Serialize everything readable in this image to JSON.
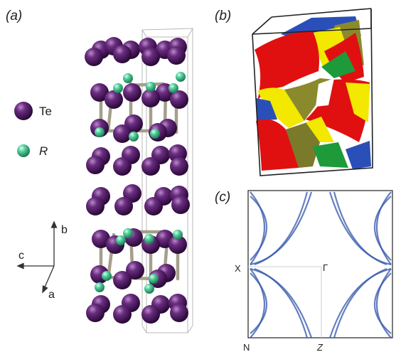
{
  "panel_a": {
    "label": "(a)",
    "legend": [
      {
        "symbol": "Te",
        "color": "#4a1a5c"
      },
      {
        "symbol": "R",
        "color": "#48c896"
      }
    ],
    "axes": {
      "b": "b",
      "c": "c",
      "a": "a"
    }
  },
  "panel_b": {
    "label": "(b)",
    "colors": {
      "red": "#e01010",
      "yellow": "#f2e800",
      "blue": "#2a4fb8",
      "olive": "#7a7a2a"
    }
  },
  "panel_c": {
    "label": "(c)",
    "labels": {
      "gamma": "Γ",
      "x": "X",
      "n": "N",
      "z": "Z"
    },
    "line_color": "#3355aa"
  }
}
